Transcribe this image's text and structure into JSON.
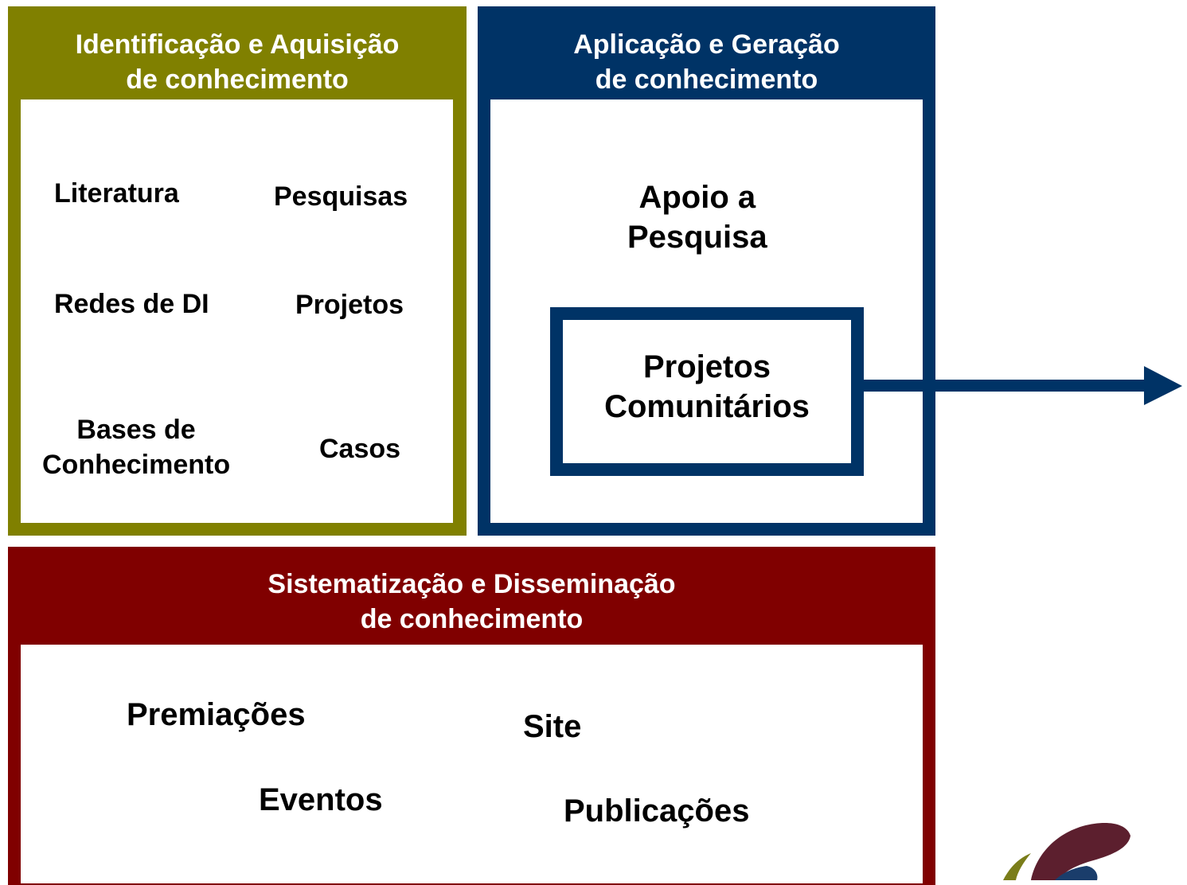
{
  "colors": {
    "olive": "#808000",
    "navy": "#003366",
    "dark_red": "#800000",
    "logo_maroon": "#5c1f2e"
  },
  "panels": {
    "identification": {
      "title": "Identificação e Aquisição\nde conhecimento",
      "items": {
        "literatura": "Literatura",
        "pesquisas": "Pesquisas",
        "redes": "Redes de DI",
        "projetos": "Projetos",
        "bases": "Bases de\nConhecimento",
        "casos": "Casos"
      }
    },
    "application": {
      "title": "Aplicação e Geração\nde conhecimento",
      "items": {
        "apoio": "Apoio a\nPesquisa",
        "comunitarios": "Projetos\nComunitários"
      }
    },
    "systematization": {
      "title": "Sistematização e Disseminação\nde conhecimento",
      "items": {
        "premiacoes": "Premiações",
        "site": "Site",
        "eventos": "Eventos",
        "publicacoes": "Publicações"
      }
    }
  },
  "icons": {
    "arrow": "arrow-right-icon",
    "logo": "logo-icon"
  }
}
